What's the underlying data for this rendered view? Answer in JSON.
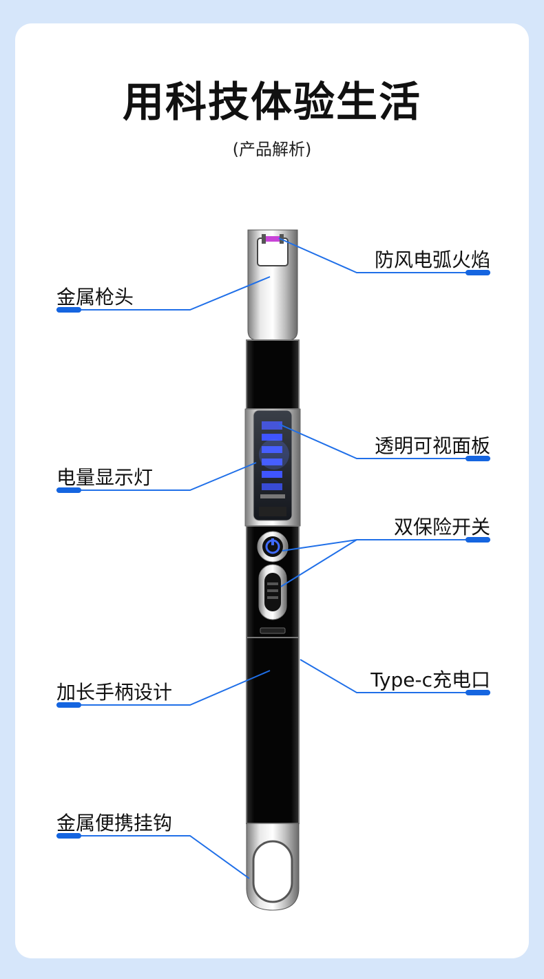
{
  "title": "用科技体验生活",
  "subtitle": "(产品解析)",
  "callouts": {
    "left": [
      "金属枪头",
      "电量显示灯",
      "加长手柄设计",
      "金属便携挂钩"
    ],
    "right": [
      "防风电弧火焰",
      "透明可视面板",
      "双保险开关",
      "Type-c充电口"
    ]
  },
  "colors": {
    "background": "#d6e6fa",
    "accent": "#1565e0",
    "panel_led": "#2f5bff"
  }
}
